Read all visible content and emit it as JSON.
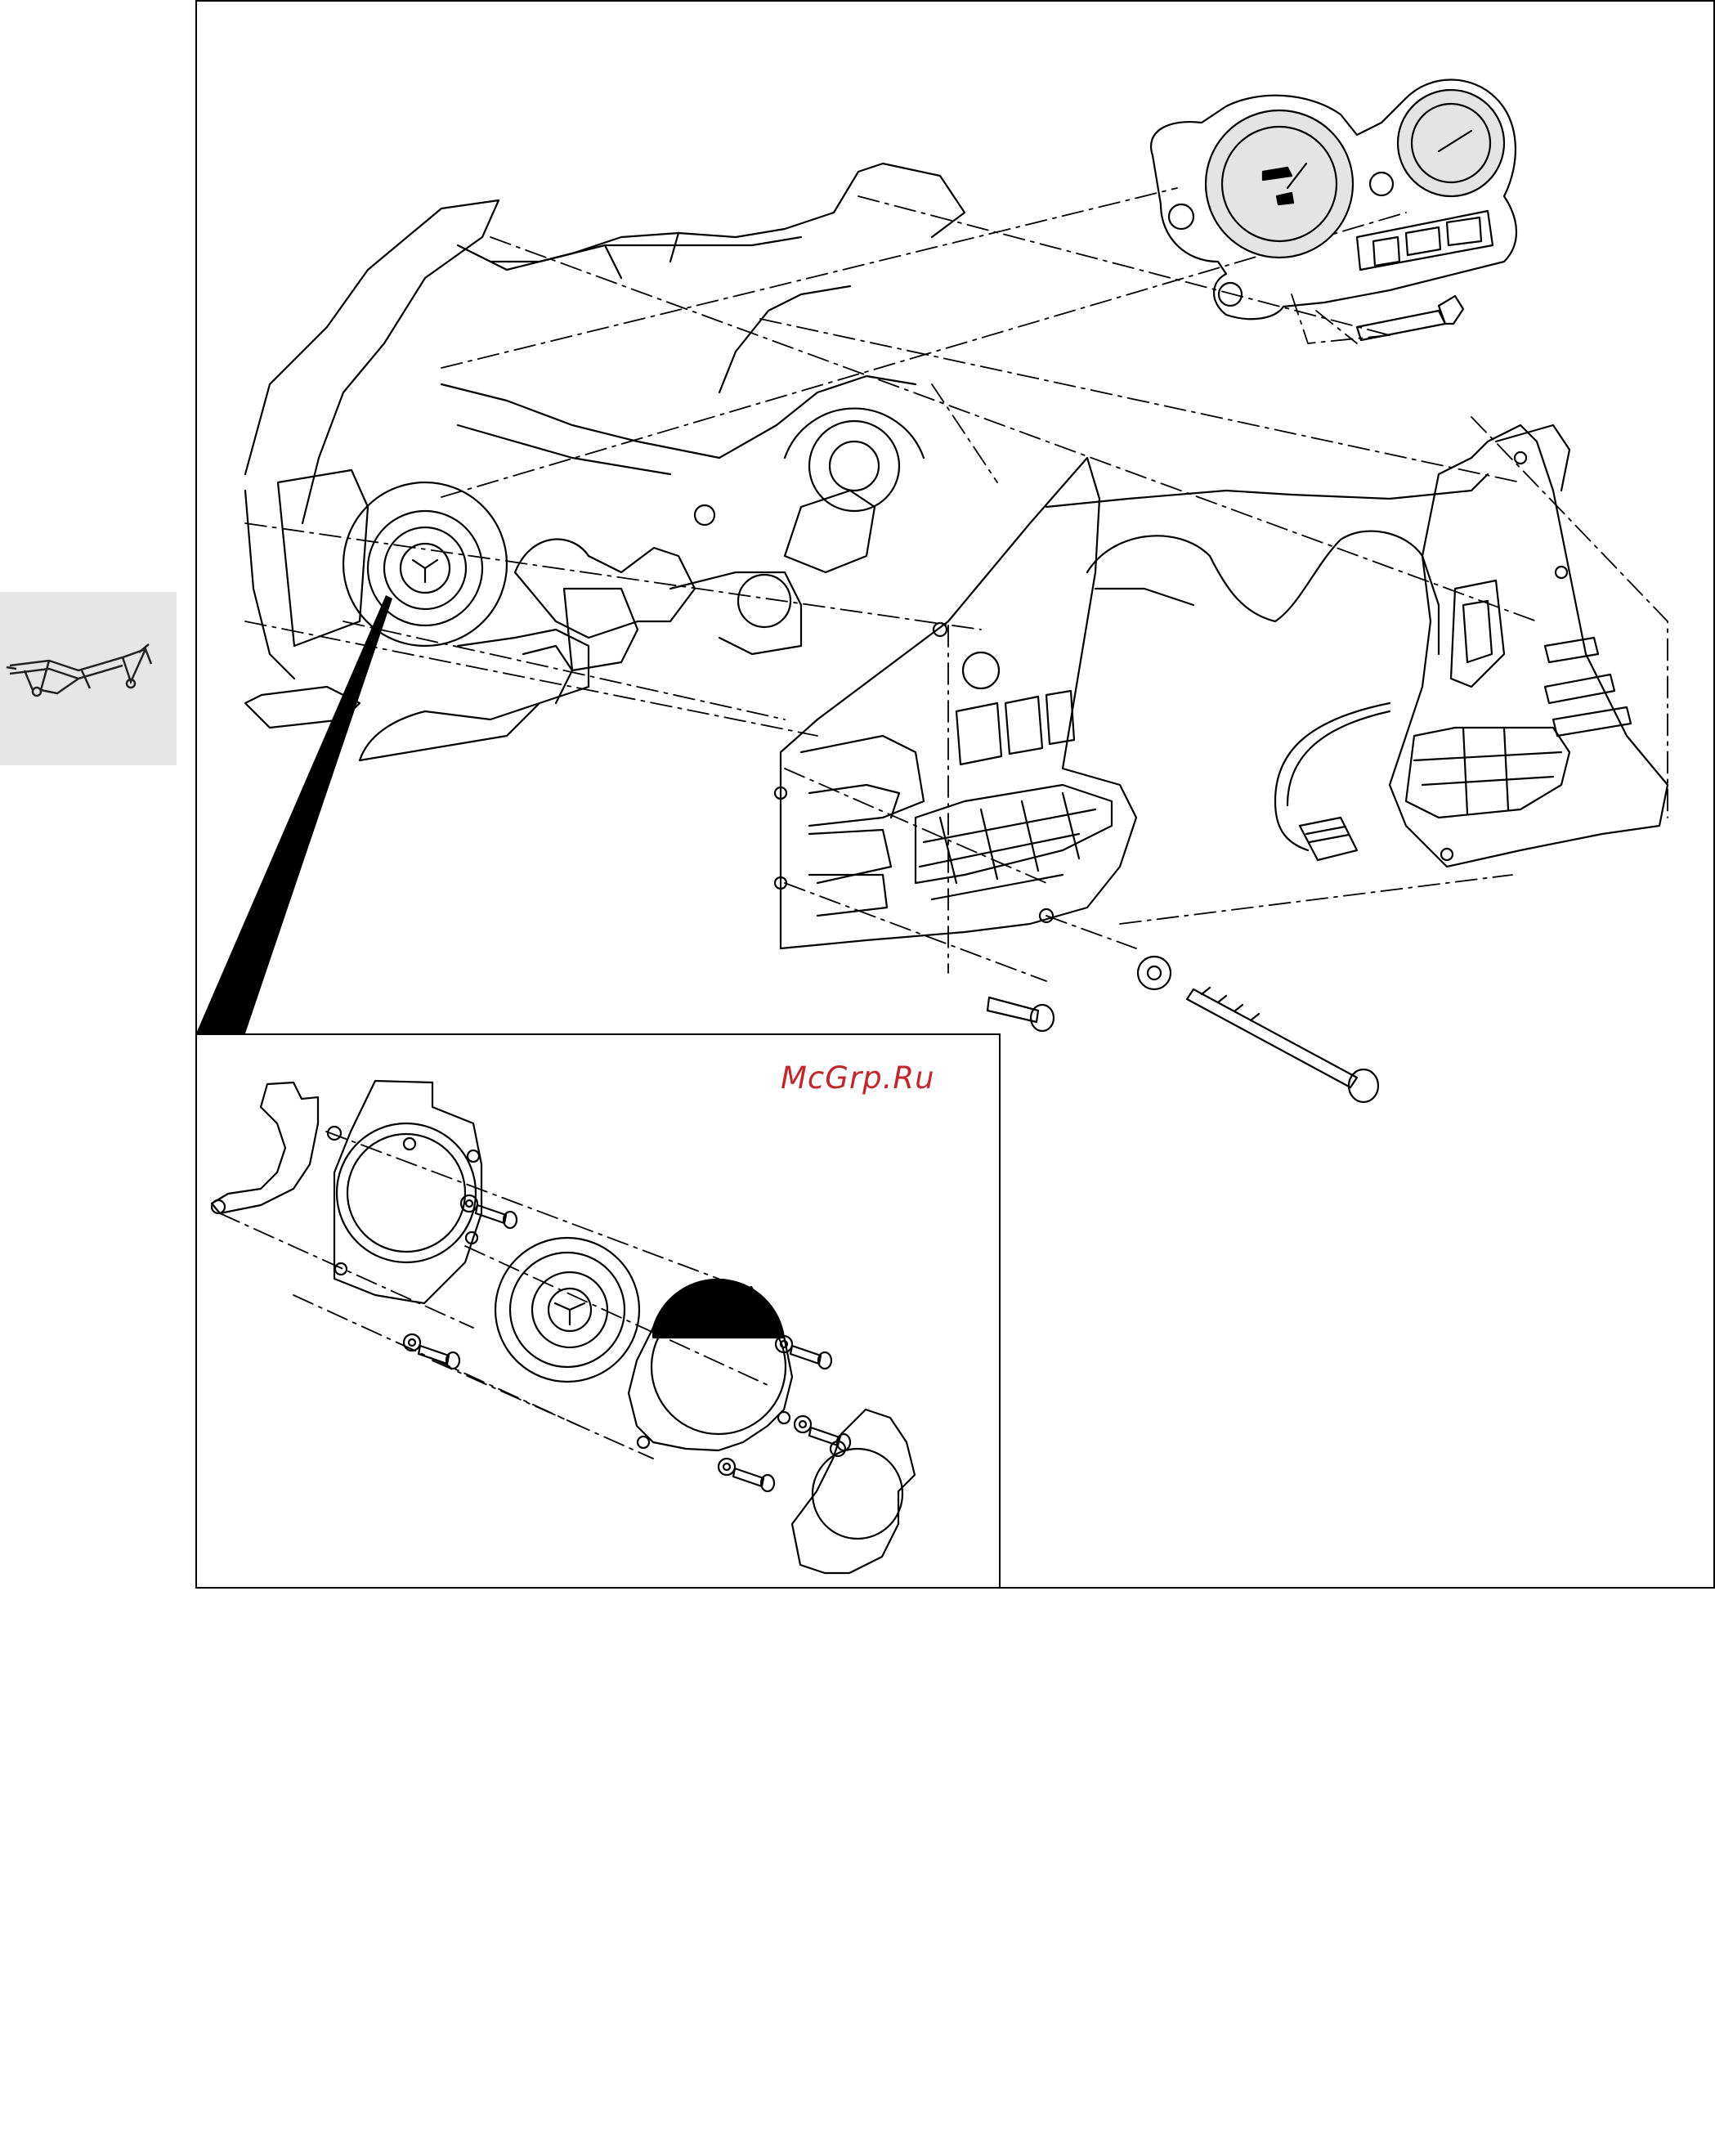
{
  "watermark": {
    "text": "McGrp.Ru",
    "color": "#c0282d"
  },
  "icons": {
    "thumbnail": "motorcycle-frame-thumbnail",
    "main": "cockpit-assembly-exploded-view",
    "inset": "headlight-unit-exploded-view"
  },
  "colors": {
    "line": "#000000",
    "thumb_bg": "#e6e6e6",
    "gauge_face": "#e4e4e4"
  }
}
